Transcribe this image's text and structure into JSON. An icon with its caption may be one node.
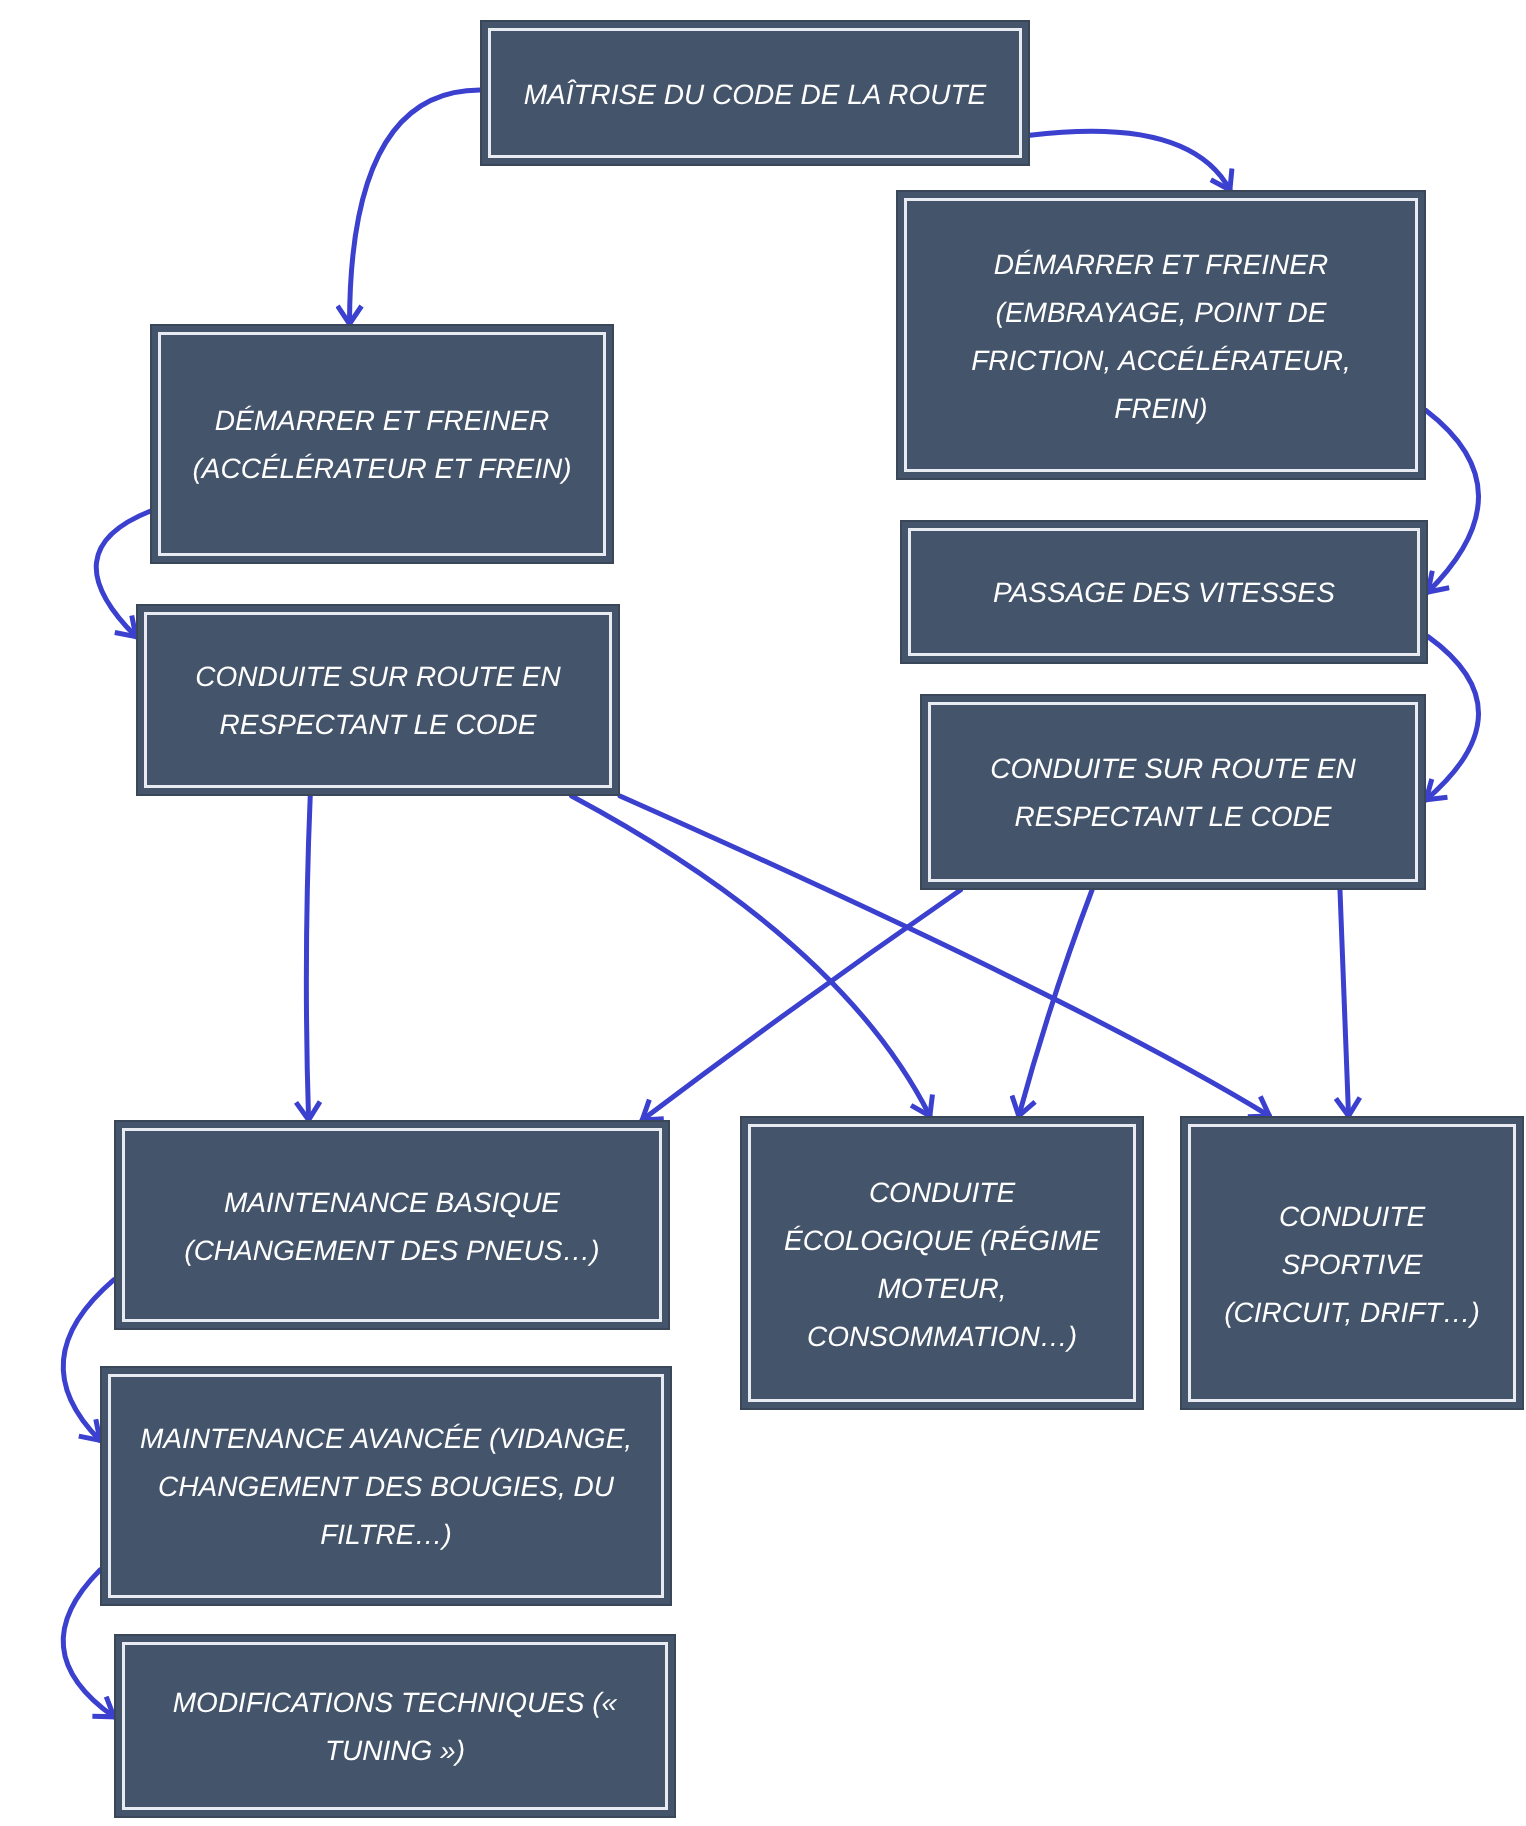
{
  "diagram": {
    "nodes": [
      {
        "text": [
          "MAÎTRISE DU CODE DE LA ROUTE"
        ]
      },
      {
        "text": [
          "DÉMARRER ET FREINER (ACCÉLÉRATEUR ET FREIN)"
        ]
      },
      {
        "text": [
          "DÉMARRER ET FREINER (EMBRAYAGE, POINT DE FRICTION, ACCÉLÉRATEUR, FREIN)"
        ]
      },
      {
        "text": [
          "PASSAGE DES VITESSES"
        ]
      },
      {
        "text": [
          "CONDUITE SUR ROUTE EN RESPECTANT LE CODE"
        ]
      },
      {
        "text": [
          "CONDUITE SUR ROUTE EN RESPECTANT LE CODE"
        ]
      },
      {
        "text": [
          "MAINTENANCE BASIQUE (CHANGEMENT DES PNEUS…)"
        ]
      },
      {
        "text": [
          "CONDUITE ÉCOLOGIQUE (RÉGIME MOTEUR, CONSOMMATION…)"
        ]
      },
      {
        "text": [
          "CONDUITE SPORTIVE (CIRCUIT, DRIFT…)"
        ]
      },
      {
        "text": [
          "MAINTENANCE AVANCÉE (VIDANGE, CHANGEMENT DES BOUGIES, DU FILTRE…)"
        ]
      },
      {
        "text": [
          "MODIFICATIONS TECHNIQUES (« TUNING »)"
        ]
      }
    ],
    "edges": [
      {
        "from": 0,
        "to": 1,
        "arrow": "to"
      },
      {
        "from": 0,
        "to": 2,
        "arrow": "to"
      },
      {
        "from": 1,
        "to": 4,
        "arrow": "to"
      },
      {
        "from": 2,
        "to": 3,
        "arrow": "to"
      },
      {
        "from": 3,
        "to": 5,
        "arrow": "to"
      },
      {
        "from": 4,
        "to": 6,
        "arrow": "to"
      },
      {
        "from": 4,
        "to": 7,
        "arrow": "to"
      },
      {
        "from": 4,
        "to": 8,
        "arrow": "to"
      },
      {
        "from": 5,
        "to": 6,
        "arrow": "to"
      },
      {
        "from": 5,
        "to": 7,
        "arrow": "to"
      },
      {
        "from": 5,
        "to": 8,
        "arrow": "to"
      },
      {
        "from": 6,
        "to": 9,
        "arrow": "to"
      },
      {
        "from": 9,
        "to": 10,
        "arrow": "to"
      }
    ]
  }
}
